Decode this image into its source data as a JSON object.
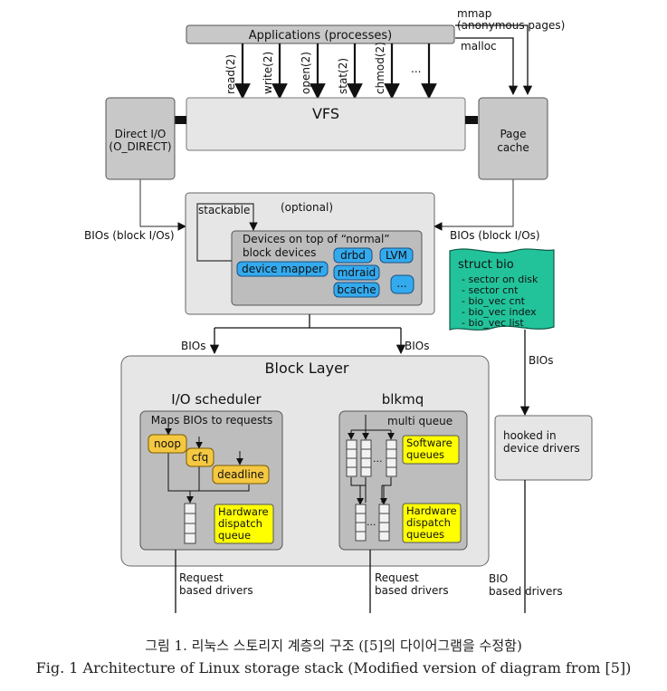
{
  "apps": "Applications (processes)",
  "mmap": "mmap",
  "anon": "(anonymous pages)",
  "malloc": "malloc",
  "syscalls": [
    "read(2)",
    "write(2)",
    "open(2)",
    "stat(2)",
    "chmod(2)",
    "..."
  ],
  "vfs": "VFS",
  "direct_io": [
    "Direct I/O",
    "(O_DIRECT)"
  ],
  "page_cache": [
    "Page",
    "cache"
  ],
  "bios_block_left": "BIOs (block I/Os)",
  "bios_block_right": "BIOs (block I/Os)",
  "stackable": "stackable",
  "optional": "(optional)",
  "devices_on_top": [
    "Devices on top of “normal”",
    "block devices"
  ],
  "dev_chips": {
    "drbd": "drbd",
    "lvm": "LVM",
    "device_mapper": "device mapper",
    "mdraid": "mdraid",
    "bcache": "bcache",
    "more": "..."
  },
  "struct_bio": {
    "title": "struct bio",
    "items": [
      "- sector on disk",
      "- sector cnt",
      "- bio_vec cnt",
      "- bio_vec index",
      "- bio_vec list"
    ]
  },
  "bios": "BIOs",
  "block_layer": "Block Layer",
  "io_scheduler": "I/O scheduler",
  "maps_bios": "Maps BIOs to requests",
  "sched_chips": {
    "noop": "noop",
    "cfq": "cfq",
    "deadline": "deadline"
  },
  "hw_dispatch": [
    "Hardware",
    "dispatch",
    "queue"
  ],
  "blkmq": "blkmq",
  "multi_queue": "multi queue",
  "sw_queues": [
    "Software",
    "queues"
  ],
  "hw_queues": [
    "Hardware",
    "dispatch",
    "queues"
  ],
  "dots": "...",
  "hooked": [
    "hooked in",
    "device drivers"
  ],
  "request_drivers": [
    "Request",
    "based drivers"
  ],
  "bio_drivers": [
    "BIO",
    "based drivers"
  ],
  "caption_ko": "그림 1. 리눅스 스토리지 계층의 구조 ([5]의 다이어그램을 수정함)",
  "caption_en": "Fig. 1 Architecture of Linux storage stack (Modified version of diagram from [5])",
  "colors": {
    "gray_box": "#c8c8c8",
    "light_box": "#e6e6e6",
    "inner_box": "#bdbdbd",
    "blue_chip": "#33aaee",
    "orange_chip": "#f5c842",
    "yellow_box": "#ffff00",
    "teal_flag": "#22c39a"
  }
}
